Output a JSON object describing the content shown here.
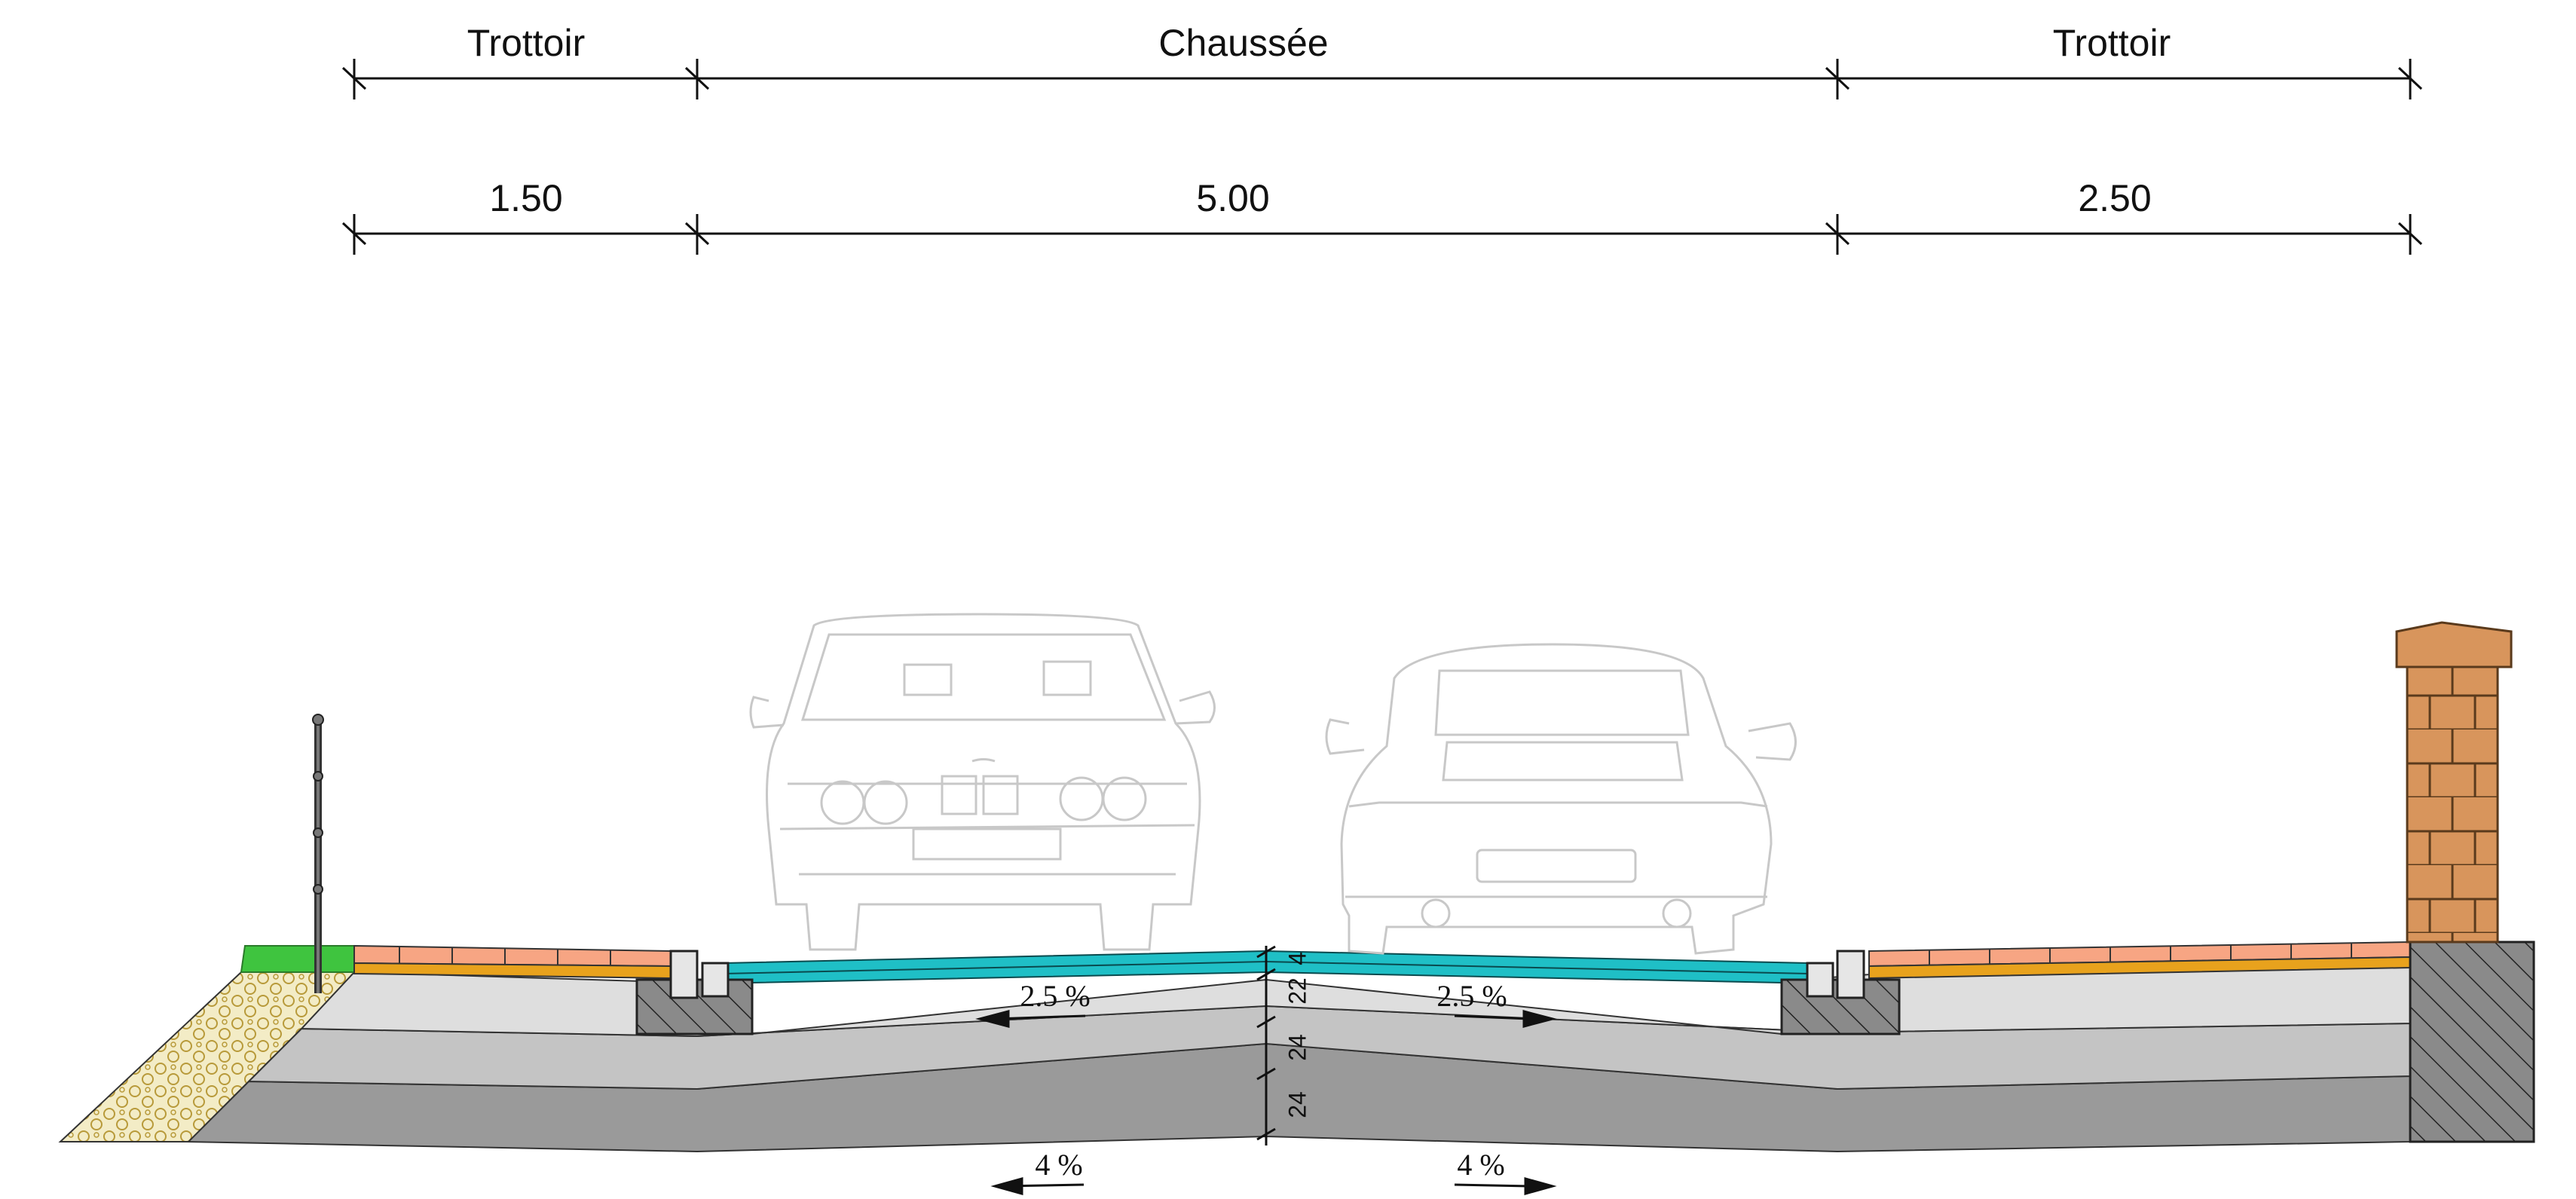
{
  "dimensions": {
    "zones": [
      {
        "label": "Trottoir",
        "width": "1.50"
      },
      {
        "label": "Chaussée",
        "width": "5.00"
      },
      {
        "label": "Trottoir",
        "width": "2.50"
      }
    ]
  },
  "slopes": {
    "surface_left": "2.5 %",
    "surface_right": "2.5 %",
    "base_left": "4 %",
    "base_right": "4 %"
  },
  "layers": {
    "thin": "4",
    "layer1": "22",
    "layer2": "24",
    "layer3": "24"
  },
  "colors": {
    "asphalt": "#1fbfc6",
    "sidewalk_tiles": "#f7a583",
    "sand_bed": "#e8a21d",
    "base_light": "#dedede",
    "base_mid": "#c4c4c4",
    "base_dark": "#9a9a9a",
    "curb": "#707070",
    "grass": "#3fc43f",
    "gravel": "#efe6b9",
    "brick": "#d8955c",
    "wall": "#8a8a8a"
  }
}
